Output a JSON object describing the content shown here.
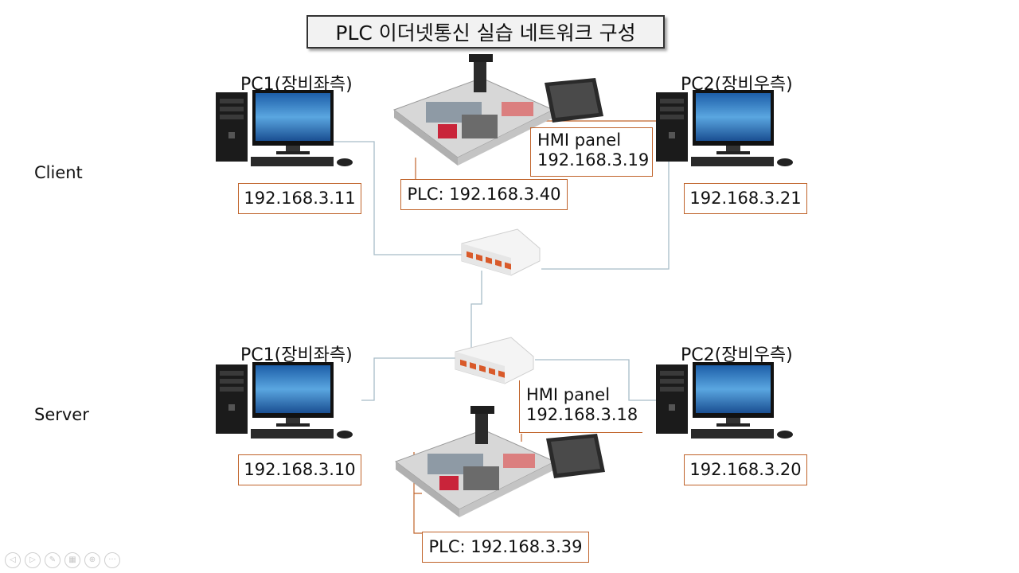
{
  "title": "PLC 이더넷통신 실습 네트워크 구성",
  "client": {
    "label": "Client",
    "pc1": {
      "name": "PC1(장비좌측)",
      "ip": "192.168.3.11"
    },
    "pc2": {
      "name": "PC2(장비우측)",
      "ip": "192.168.3.21"
    },
    "plc": {
      "ip_label": "PLC: 192.168.3.40"
    },
    "hmi": {
      "name": "HMI panel",
      "ip": "192.168.3.19"
    }
  },
  "server": {
    "label": "Server",
    "pc1": {
      "name": "PC1(장비좌측)",
      "ip": "192.168.3.10"
    },
    "pc2": {
      "name": "PC2(장비우측)",
      "ip": "192.168.3.20"
    },
    "plc": {
      "ip_label": "PLC: 192.168.3.39"
    },
    "hmi": {
      "name": "HMI panel",
      "ip": "192.168.3.18"
    }
  },
  "colors": {
    "ip_border": "#c0632a",
    "network_line": "#a8bcc8"
  },
  "toolbar": {
    "icons": [
      "previous-icon",
      "next-icon",
      "pen-icon",
      "slides-icon",
      "zoom-icon",
      "more-icon"
    ],
    "labels": [
      "◁",
      "▷",
      "✎",
      "▦",
      "⊕",
      "···"
    ]
  }
}
